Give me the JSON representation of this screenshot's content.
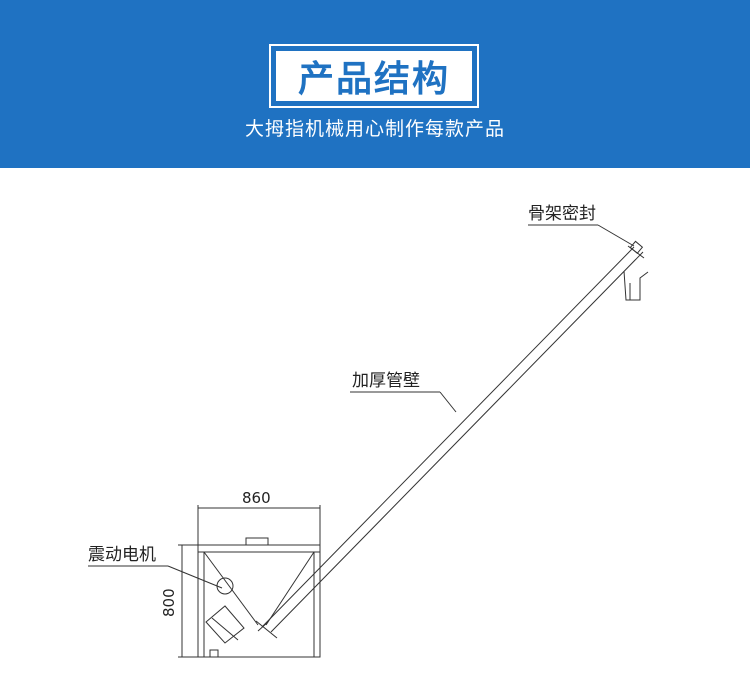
{
  "header": {
    "title": "产品结构",
    "subtitle": "大拇指机械用心制作每款产品"
  },
  "colors": {
    "banner": "#1f72c2",
    "line": "#333333"
  },
  "diagram": {
    "labels": {
      "seal": "骨架密封",
      "pipe": "加厚管壁",
      "motor": "震动电机"
    },
    "dimensions": {
      "width": "860",
      "height": "800"
    }
  }
}
